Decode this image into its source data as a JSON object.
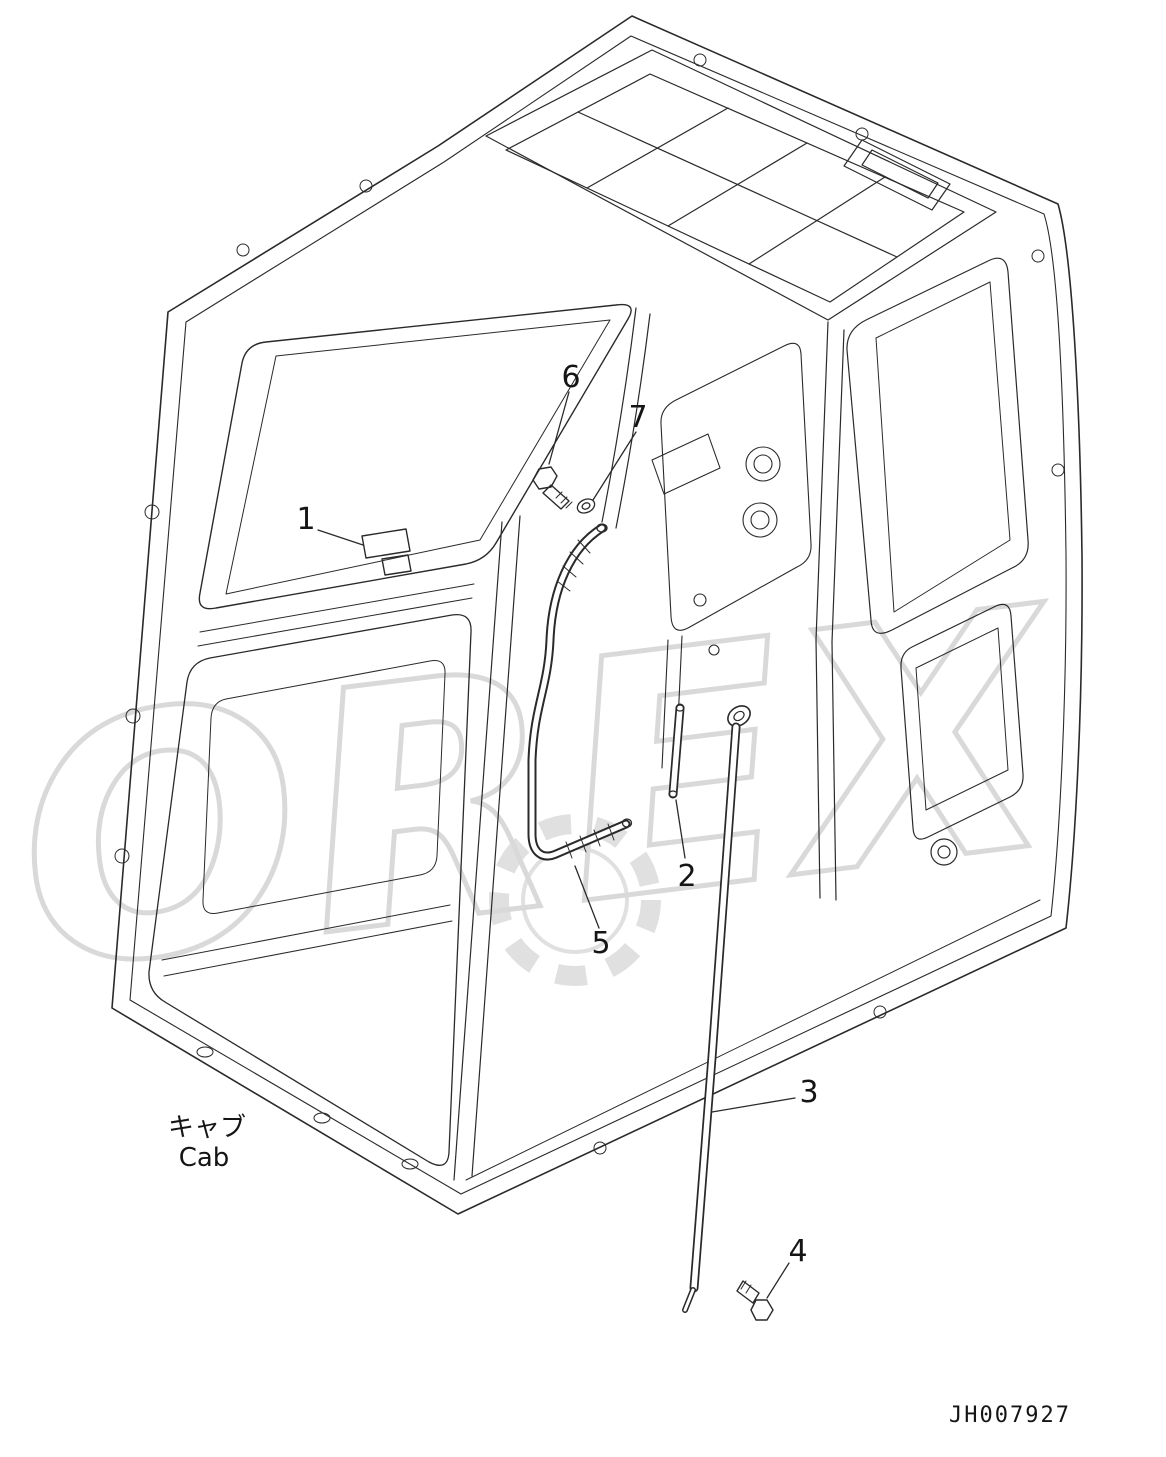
{
  "drawing": {
    "caption_jp": "キャブ",
    "caption_en": "Cab",
    "drawing_number": "JH007927",
    "watermark": "OREX",
    "line_color": "#2a2a2a",
    "watermark_color": "#d9d9d9",
    "background_color": "#ffffff"
  },
  "callouts": [
    {
      "label": "1"
    },
    {
      "label": "2"
    },
    {
      "label": "3"
    },
    {
      "label": "4"
    },
    {
      "label": "5"
    },
    {
      "label": "6"
    },
    {
      "label": "7"
    }
  ]
}
